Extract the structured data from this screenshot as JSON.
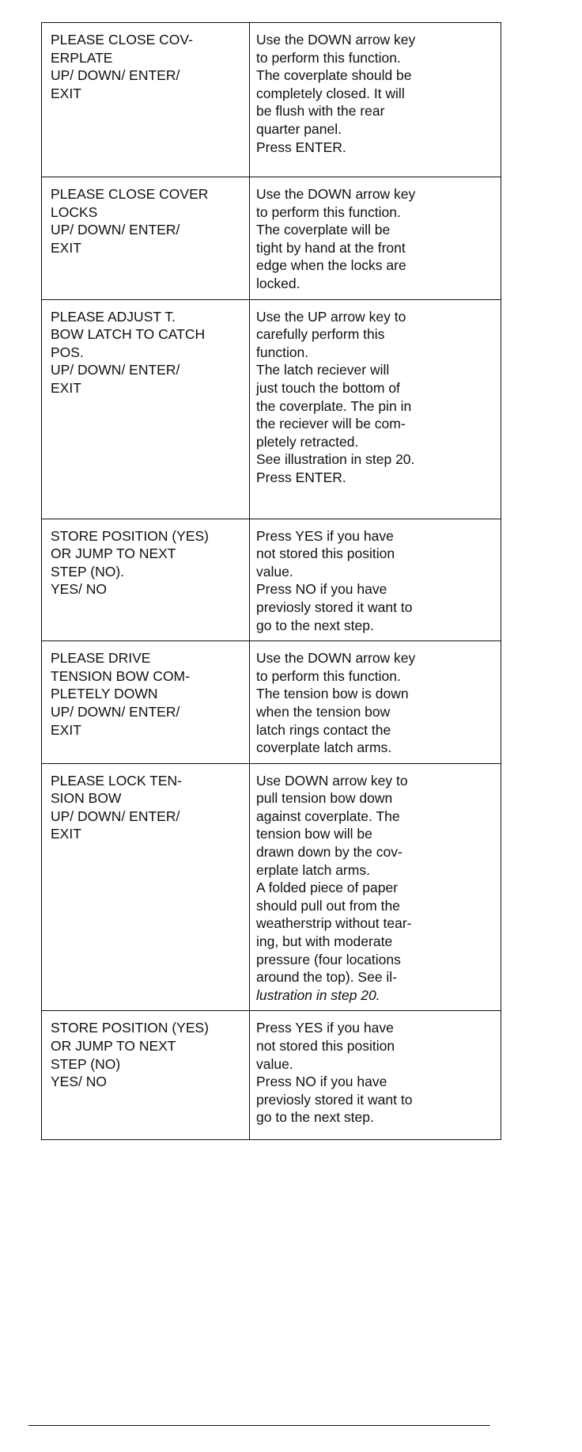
{
  "rows": [
    {
      "prompt": [
        "PLEASE CLOSE COV-",
        "ERPLATE",
        "UP/ DOWN/ ENTER/",
        "EXIT"
      ],
      "instruction": [
        "Use the DOWN arrow key",
        "to perform this function.",
        "The coverplate should be",
        "completely closed. It will",
        "be flush with the rear",
        "quarter panel.",
        "Press ENTER."
      ]
    },
    {
      "prompt": [
        "PLEASE CLOSE COVER",
        "LOCKS",
        "UP/ DOWN/ ENTER/",
        "EXIT"
      ],
      "instruction": [
        "Use the DOWN arrow key",
        "to perform this function.",
        "The coverplate will be",
        "tight by hand at the front",
        "edge when the locks are",
        "locked."
      ]
    },
    {
      "prompt": [
        "PLEASE ADJUST T.",
        "BOW LATCH TO CATCH",
        "POS.",
        "UP/ DOWN/ ENTER/",
        "EXIT"
      ],
      "instruction": [
        "Use the UP arrow key to",
        "carefully perform this",
        "function.",
        "The latch reciever will",
        "just touch the bottom of",
        "the coverplate. The pin in",
        "the reciever will be com-",
        "pletely retracted.",
        "See illustration in step 20.",
        "Press ENTER."
      ]
    },
    {
      "prompt": [
        "STORE POSITION (YES)",
        "OR JUMP TO NEXT",
        "STEP (NO).",
        "YES/ NO"
      ],
      "instruction": [
        "Press YES if you have",
        "not stored this position",
        "value.",
        "Press NO if you have",
        "previosly stored it want to",
        "go to the next step."
      ]
    },
    {
      "prompt": [
        "PLEASE DRIVE",
        "TENSION BOW COM-",
        "PLETELY DOWN",
        "UP/ DOWN/ ENTER/",
        "EXIT"
      ],
      "instruction": [
        "Use the DOWN arrow key",
        "to perform this function.",
        "The tension bow is down",
        "when the tension bow",
        "latch rings contact the",
        "coverplate latch arms."
      ]
    },
    {
      "prompt": [
        "PLEASE LOCK TEN-",
        "SION BOW",
        "UP/ DOWN/ ENTER/",
        "EXIT"
      ],
      "instruction": [
        "Use DOWN arrow key to",
        "pull tension bow down",
        "against coverplate. The",
        "tension bow will be",
        "drawn down by the cov-",
        "erplate latch arms.",
        "A folded piece of paper",
        "should pull out from the",
        "weatherstrip without tear-",
        "ing, but with moderate",
        "pressure (four locations",
        "around the top). See il-",
        "lustration in step 20."
      ]
    },
    {
      "prompt": [
        "STORE POSITION (YES)",
        "OR JUMP TO NEXT",
        "STEP (NO)",
        "YES/ NO"
      ],
      "instruction": [
        "Press YES if you have",
        "not stored this position",
        "value.",
        "Press NO if you have",
        "previosly stored it want to",
        "go to the next step."
      ]
    }
  ]
}
